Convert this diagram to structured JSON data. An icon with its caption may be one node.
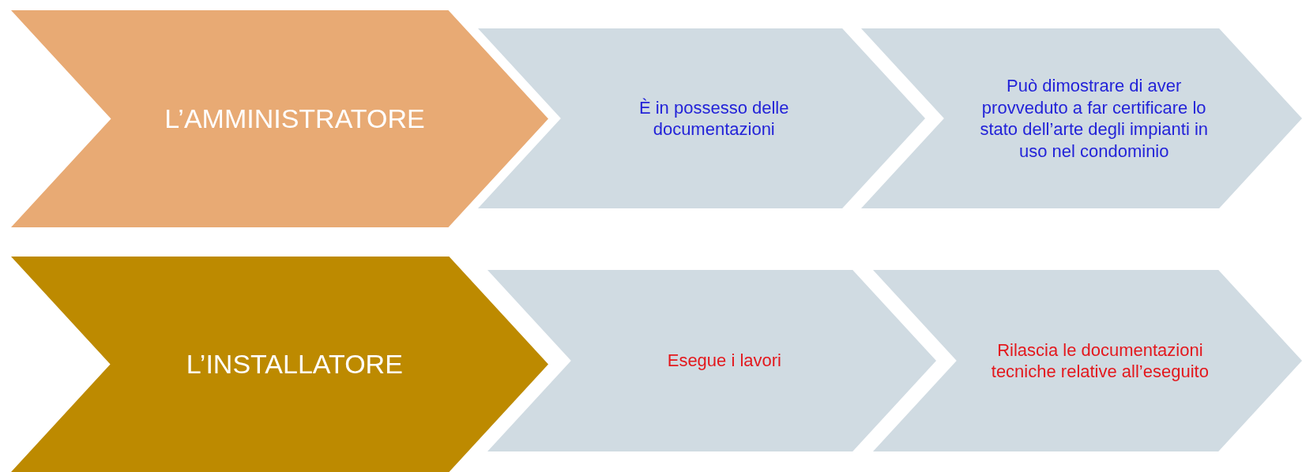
{
  "diagram": {
    "nodes": [
      {
        "text": [
          "L’AMMINISTRATORE"
        ]
      },
      {
        "text": [
          "È in possesso delle documentazioni"
        ]
      },
      {
        "text": [
          "Può dimostrare di aver provveduto a far certificare lo stato dell’arte degli impianti in uso nel condominio"
        ]
      },
      {
        "text": [
          "L’INSTALLATORE"
        ]
      },
      {
        "text": [
          "Esegue i lavori"
        ]
      },
      {
        "text": [
          "Rilascia le documentazioni tecniche relative all’eseguito"
        ]
      }
    ]
  }
}
